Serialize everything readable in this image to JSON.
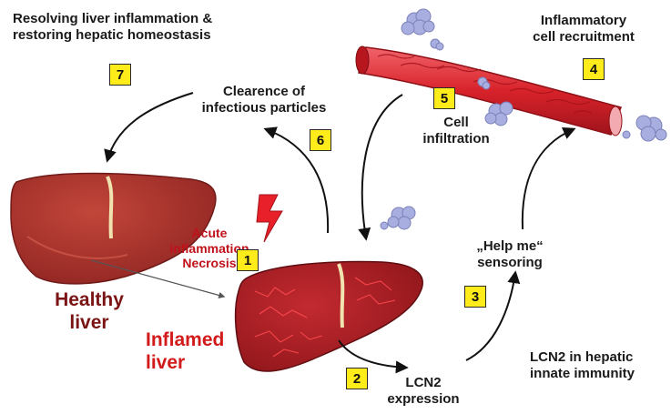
{
  "labels": {
    "resolving": "Resolving liver inflammation &\nrestoring hepatic homeostasis",
    "inflammatory_recruitment": "Inflammatory\ncell recruitment",
    "clearence": "Clearence of\ninfectious particles",
    "cell_infiltration": "Cell\ninfiltration",
    "acute": "Acute\ninflammation\nNecrosis",
    "help_me": "„Help me“\nsensoring",
    "healthy_liver": "Healthy\nliver",
    "inflamed_liver": "Inflamed\nliver",
    "lcn2_expression": "LCN2\nexpression",
    "lcn2_immunity": "LCN2 in hepatic\ninnate immunity"
  },
  "steps": [
    "1",
    "2",
    "3",
    "4",
    "5",
    "6",
    "7"
  ],
  "colors": {
    "badge_fill": "#ffec1a",
    "liver_healthy": "#a8322a",
    "liver_inflamed": "#b0242a",
    "vessel_red": "#d8222a",
    "cell_lavender": "#a9aee0",
    "lightning": "#e8202a",
    "healthy_text": "#7a1414",
    "inflamed_text": "#d31a1a",
    "acute_text": "#c0111a"
  },
  "icons": [
    "lightning-bolt-icon",
    "immune-cell-cluster-icon",
    "blood-vessel-icon",
    "liver-icon"
  ]
}
